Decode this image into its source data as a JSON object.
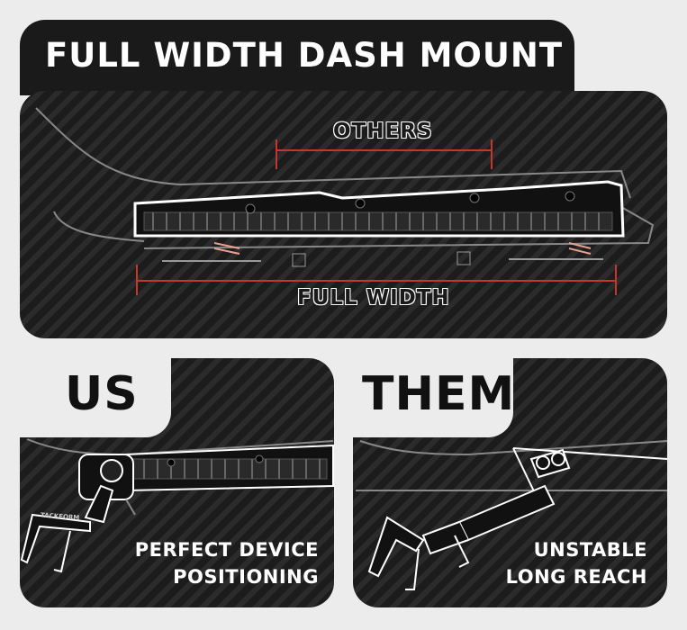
{
  "hero": {
    "title": "FULL WIDTH DASH MOUNT",
    "others_label": "OTHERS",
    "full_width_label": "FULL WIDTH"
  },
  "left": {
    "title": "US",
    "caption_line1": "PERFECT DEVICE",
    "caption_line2": "POSITIONING",
    "brand_mark": "TACKFORM"
  },
  "right": {
    "title": "THEM",
    "caption_line1": "UNSTABLE",
    "caption_line2": "LONG REACH"
  },
  "colors": {
    "panel": "#1c1c1c",
    "stripe": "#2b2b2b",
    "background": "#ececec",
    "accent_red": "#c0392b",
    "text": "#ffffff"
  }
}
